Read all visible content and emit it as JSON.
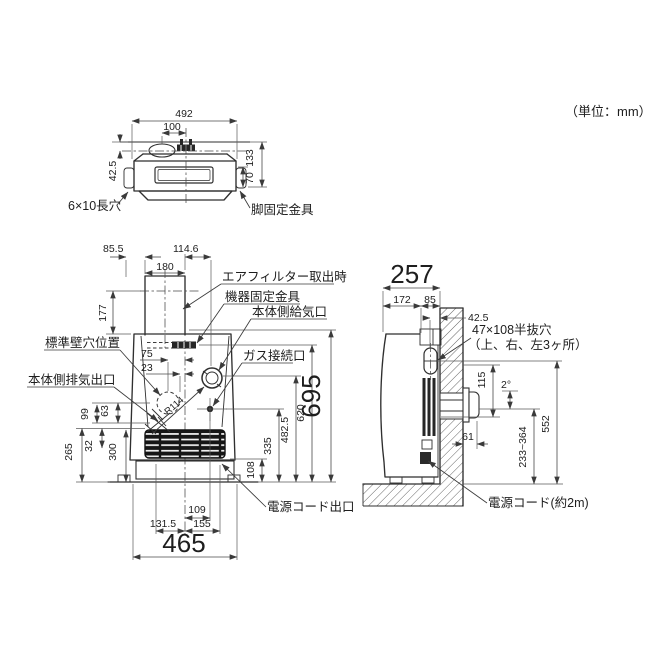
{
  "note_unit": "（単位：mm）",
  "top_view": {
    "dim_width": "492",
    "dim_duct": "100",
    "dim_back": "42.5",
    "dim_height": "133",
    "dim_bracket": "70",
    "label_slot": "6×10長穴",
    "label_foot_bracket": "脚固定金具"
  },
  "front_view": {
    "dim_855": "85.5",
    "dim_1146": "114.6",
    "dim_180": "180",
    "dim_177": "177",
    "dim_75": "75",
    "dim_23": "23",
    "dim_99": "99",
    "dim_63": "63",
    "dim_265": "265",
    "dim_32": "32",
    "dim_300": "300",
    "dim_108": "108",
    "dim_335": "335",
    "dim_4825": "482.5",
    "dim_620": "620",
    "dim_695": "695",
    "dim_109": "109",
    "dim_1315": "131.5",
    "dim_155": "155",
    "dim_465": "465",
    "dim_r114": "R114",
    "label_air_filter": "エアフィルター取出時",
    "label_fix_bracket": "機器固定金具",
    "label_intake": "本体側給気口",
    "label_gas": "ガス接続口",
    "label_wall_hole": "標準壁穴位置",
    "label_exhaust": "本体側排気出口",
    "label_power_exit": "電源コード出口"
  },
  "side_view": {
    "dim_257": "257",
    "dim_172": "172",
    "dim_85": "85",
    "dim_425": "42.5",
    "dim_115": "115",
    "dim_2deg": "2°",
    "dim_61": "61",
    "dim_233": "233~364",
    "dim_552": "552",
    "label_knockout_1": "47×108半抜穴",
    "label_knockout_2": "（上、右、左3ヶ所）",
    "label_power_cord": "電源コード(約2m)"
  }
}
